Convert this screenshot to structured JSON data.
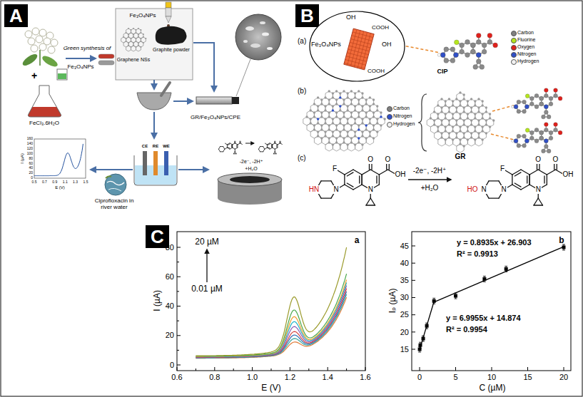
{
  "diagram": {
    "nodes": [
      {
        "text": [
          "A"
        ]
      },
      {
        "text": [
          "B"
        ]
      },
      {
        "text": [
          "OH",
          "COOH",
          "Fe₃O₄NPs",
          "OH",
          "COOH"
        ]
      },
      {
        "text": [
          "C"
        ]
      }
    ],
    "labels": [
      "Green synthesis of",
      "Fe₃O₄NPs",
      "FeCl₃.6H₂O",
      "Fe₃O₄NPs",
      "Graphene NSs",
      "Graphite powder",
      "GR/Fe₃O₄NPs/CPE",
      "CE",
      "RE",
      "WE",
      "Ciprofloxacin in river water",
      "-2e⁻, -2H⁺",
      "+H₂O",
      "I (µA)",
      "E (V)",
      "0",
      "20",
      "40",
      "60",
      "80",
      "100",
      "120",
      "140",
      "160",
      "0.5",
      "0.7",
      "0.9",
      "1.1",
      "1.3",
      "1.5",
      "(a)",
      "CIP",
      "(b)",
      "GR",
      "(c)",
      "F",
      "O",
      "O",
      "OH",
      "N",
      "N",
      "HN",
      "-2e⁻, -2H⁺",
      "+H₂O",
      "F",
      "O",
      "O",
      "OH",
      "N",
      "N",
      "N",
      "HO",
      "20 µM",
      "0.01 µM",
      "a",
      "I (µA)",
      "E (V)",
      "0",
      "20",
      "40",
      "60",
      "80",
      "0.6",
      "0.8",
      "1.0",
      "1.2",
      "1.4",
      "1.6",
      "b",
      "y = 0.8935x + 26.903",
      "R² = 0.9913",
      "y = 6.9955x + 14.874",
      "R² = 0.9954",
      "Iₚ (µA)",
      "C (µM)",
      "15",
      "20",
      "25",
      "30",
      "35",
      "40",
      "45",
      "0",
      "5",
      "10",
      "15",
      "20",
      "+"
    ],
    "legend": [
      {
        "text": "Carbon",
        "color": "#808080"
      },
      {
        "text": "Fluorine",
        "color": "#b5e61d"
      },
      {
        "text": "Oxygen",
        "color": "#e0201b"
      },
      {
        "text": "Nitrogen",
        "color": "#2f4fc8"
      },
      {
        "text": "Hydrogen",
        "color": "#f2f2f2"
      },
      {
        "text": "Carbon",
        "color": "#808080"
      },
      {
        "text": "Nitrogen",
        "color": "#2f4fc8"
      },
      {
        "text": "Hydrogen",
        "color": "#f2f2f2"
      }
    ]
  }
}
